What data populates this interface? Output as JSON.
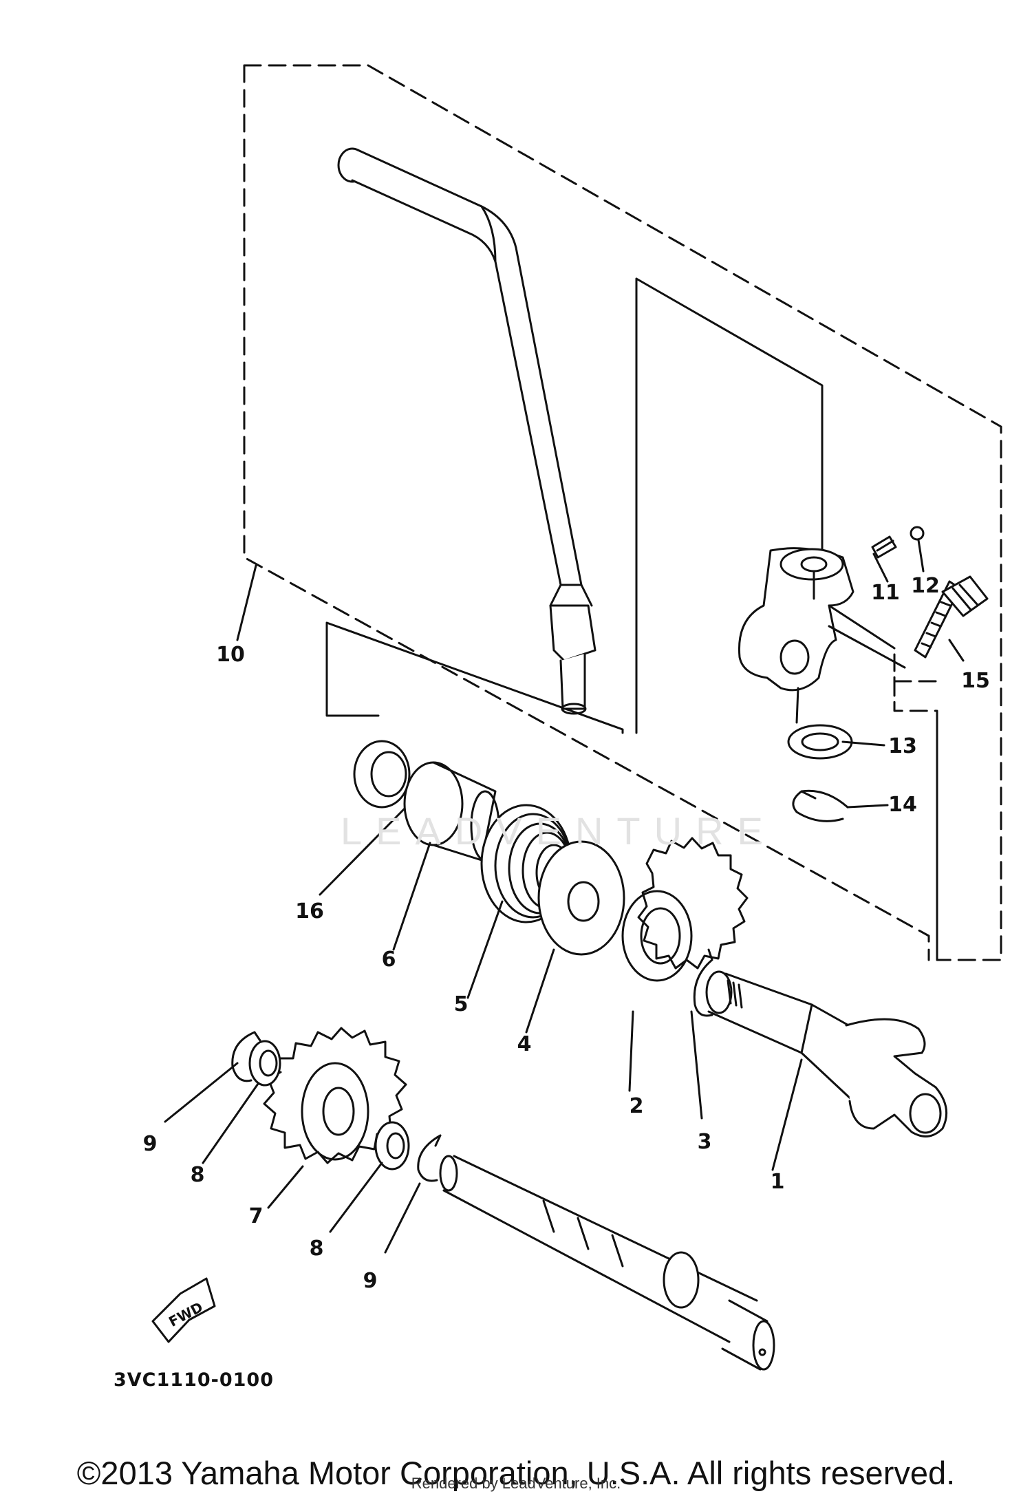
{
  "diagram": {
    "drawing_code": "3VC1110-0100",
    "copyright": "©2013 Yamaha Motor Corporation, U.S.A. All rights reserved.",
    "rendered_by": "Rendered by LeadVenture, Inc.",
    "watermark": "LEADVENTURE",
    "fwd_label": "FWD",
    "callouts": {
      "c1": "1",
      "c2": "2",
      "c3": "3",
      "c4": "4",
      "c5": "5",
      "c6": "6",
      "c7": "7",
      "c8a": "8",
      "c8b": "8",
      "c9a": "9",
      "c9b": "9",
      "c10": "10",
      "c11": "11",
      "c12": "12",
      "c13": "13",
      "c14": "14",
      "c15": "15",
      "c16": "16"
    }
  }
}
